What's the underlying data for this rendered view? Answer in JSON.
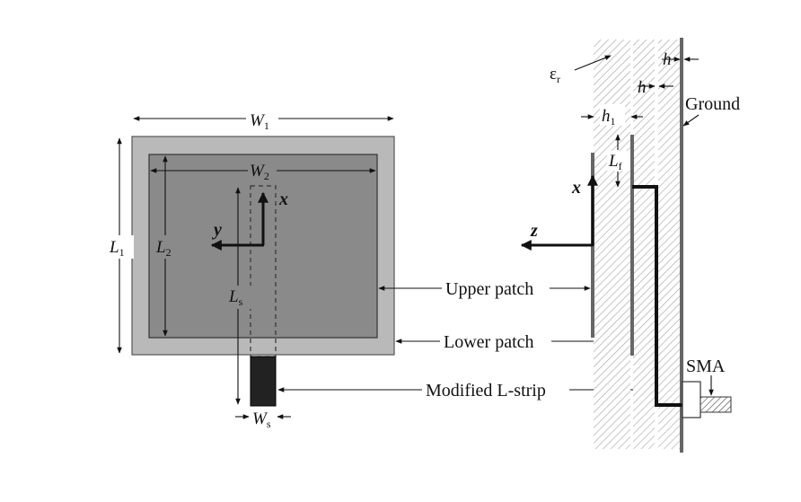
{
  "top_view": {
    "w1": {
      "sym": "W",
      "sub": "1"
    },
    "w2": {
      "sym": "W",
      "sub": "2"
    },
    "l1": {
      "sym": "L",
      "sub": "1"
    },
    "l2": {
      "sym": "L",
      "sub": "2"
    },
    "ls": {
      "sym": "L",
      "sub": "s"
    },
    "ws": {
      "sym": "W",
      "sub": "s"
    },
    "axis_x": "x",
    "axis_y": "y"
  },
  "side_view": {
    "eps": {
      "sym": "ε",
      "sub": "r"
    },
    "h_outer": "h",
    "h_inner": "h",
    "h1": {
      "sym": "h",
      "sub": "1"
    },
    "lf": {
      "sym": "L",
      "sub": "f"
    },
    "ground": "Ground",
    "sma": "SMA",
    "axis_x": "x",
    "axis_z": "z"
  },
  "callouts": {
    "upper_patch": "Upper patch",
    "lower_patch": "Lower patch",
    "l_strip": "Modified L-strip"
  },
  "colors": {
    "lower_patch_fill": "#b9b9b9",
    "upper_patch_fill": "#8a8a8a",
    "strip_fill": "#222222",
    "substrate_hatch": "#9a9a9a",
    "line": "#111111"
  }
}
